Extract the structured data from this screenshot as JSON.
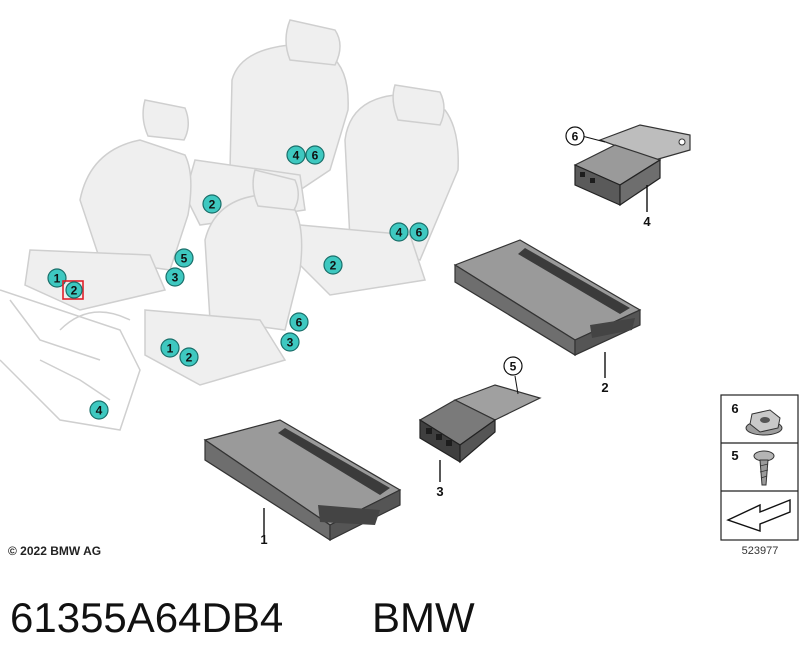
{
  "copyright": "© 2022 BMW AG",
  "diagram_number": "523977",
  "footer": {
    "part_number": "61355A64DB4",
    "brand": "BMW"
  },
  "callouts": {
    "c_rear_left_4": "4",
    "c_rear_left_6": "6",
    "c_rear_left_2": "2",
    "c_rear_right_4": "4",
    "c_rear_right_6": "6",
    "c_rear_right_2": "2",
    "c_front_left_1": "1",
    "c_front_left_2": "2",
    "c_front_left_5": "5",
    "c_front_left_3": "3",
    "c_front_right_1": "1",
    "c_front_right_2": "2",
    "c_front_right_6": "6",
    "c_front_right_3": "3",
    "c_dash_4": "4"
  },
  "part_labels": {
    "p1": "1",
    "p2": "2",
    "p3": "3",
    "p4": "4",
    "p5_callout": "5",
    "p6_callout": "6"
  },
  "hardware_panel": {
    "nut_number": "6",
    "screw_number": "5"
  },
  "colors": {
    "callout_fill": "#3ec8c0",
    "callout_stroke": "#1a6f6a",
    "highlight": "#e0202a",
    "seat_fill": "#efefef",
    "seat_stroke": "#cfcfcf",
    "module_fill": "#8e8e8e",
    "module_dark": "#4a4a4a"
  }
}
